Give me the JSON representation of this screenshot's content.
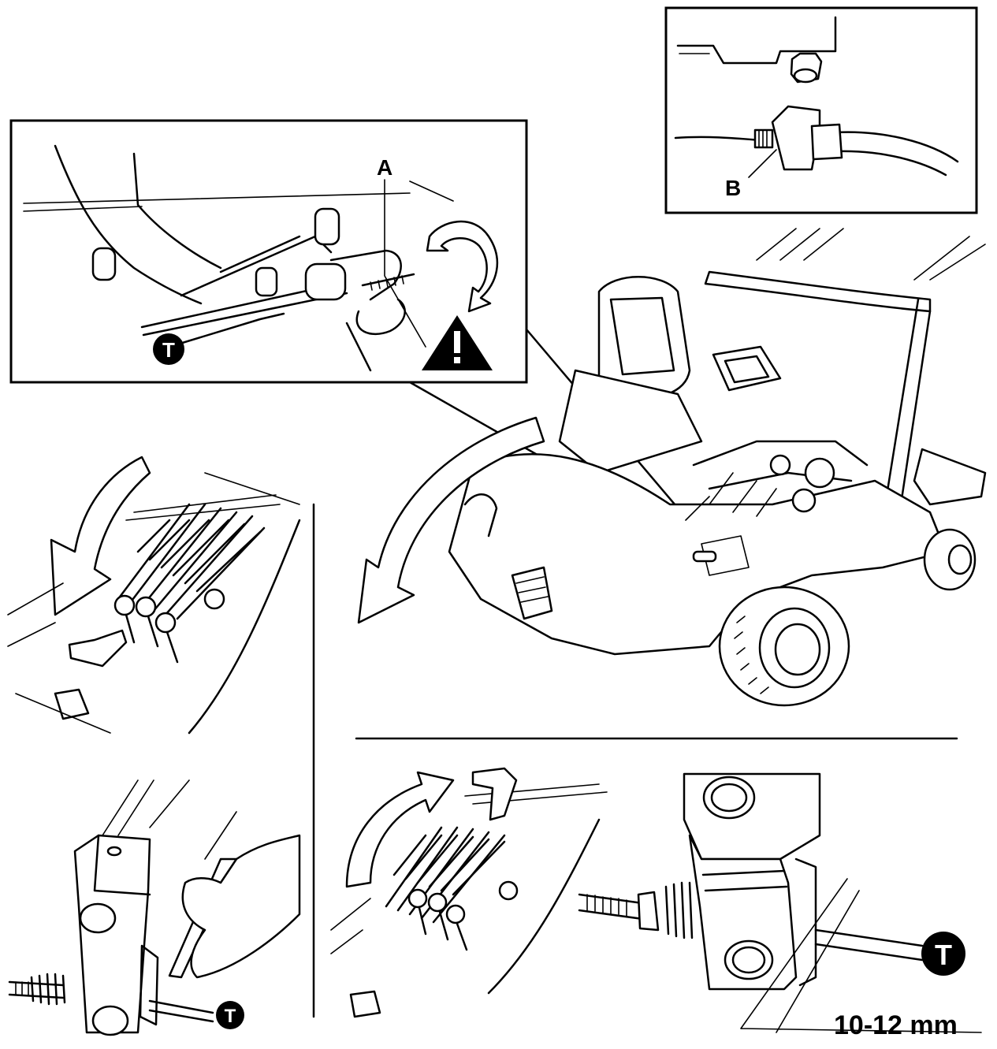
{
  "labels": {
    "a": "A",
    "b": "B",
    "t": "T",
    "measurement": "10-12 mm"
  },
  "icons": {
    "warning": "warning-triangle-icon",
    "tool": "tool-t-icon"
  },
  "colors": {
    "ink": "#000000",
    "paper": "#ffffff"
  }
}
